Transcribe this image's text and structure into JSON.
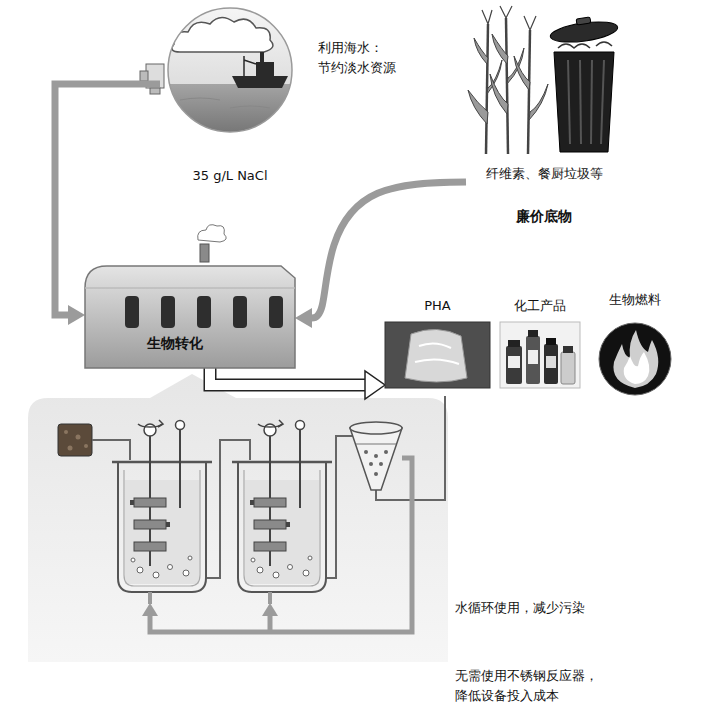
{
  "diagram": {
    "nodes": [
      {
        "text": [
          "35 g/L NaCl"
        ]
      },
      {
        "text": [
          "纤维素、餐厨垃圾等",
          "廉价底物"
        ]
      },
      {
        "text": [
          "生物转化"
        ]
      },
      {
        "text": [
          "PHA"
        ]
      },
      {
        "text": [
          "化工产品"
        ]
      },
      {
        "text": [
          "生物燃料"
        ]
      }
    ],
    "edges": [
      {
        "from": 0,
        "to": 2,
        "arrow": "to"
      },
      {
        "from": 1,
        "to": 2,
        "arrow": "to"
      },
      {
        "from": 2,
        "to": 3,
        "arrow": "to"
      }
    ],
    "labels": [
      "利用海水： 节约淡水资源",
      "水循环使用，减少污染",
      "无需使用不锈钢反应器， 降低设备投入成本"
    ]
  }
}
